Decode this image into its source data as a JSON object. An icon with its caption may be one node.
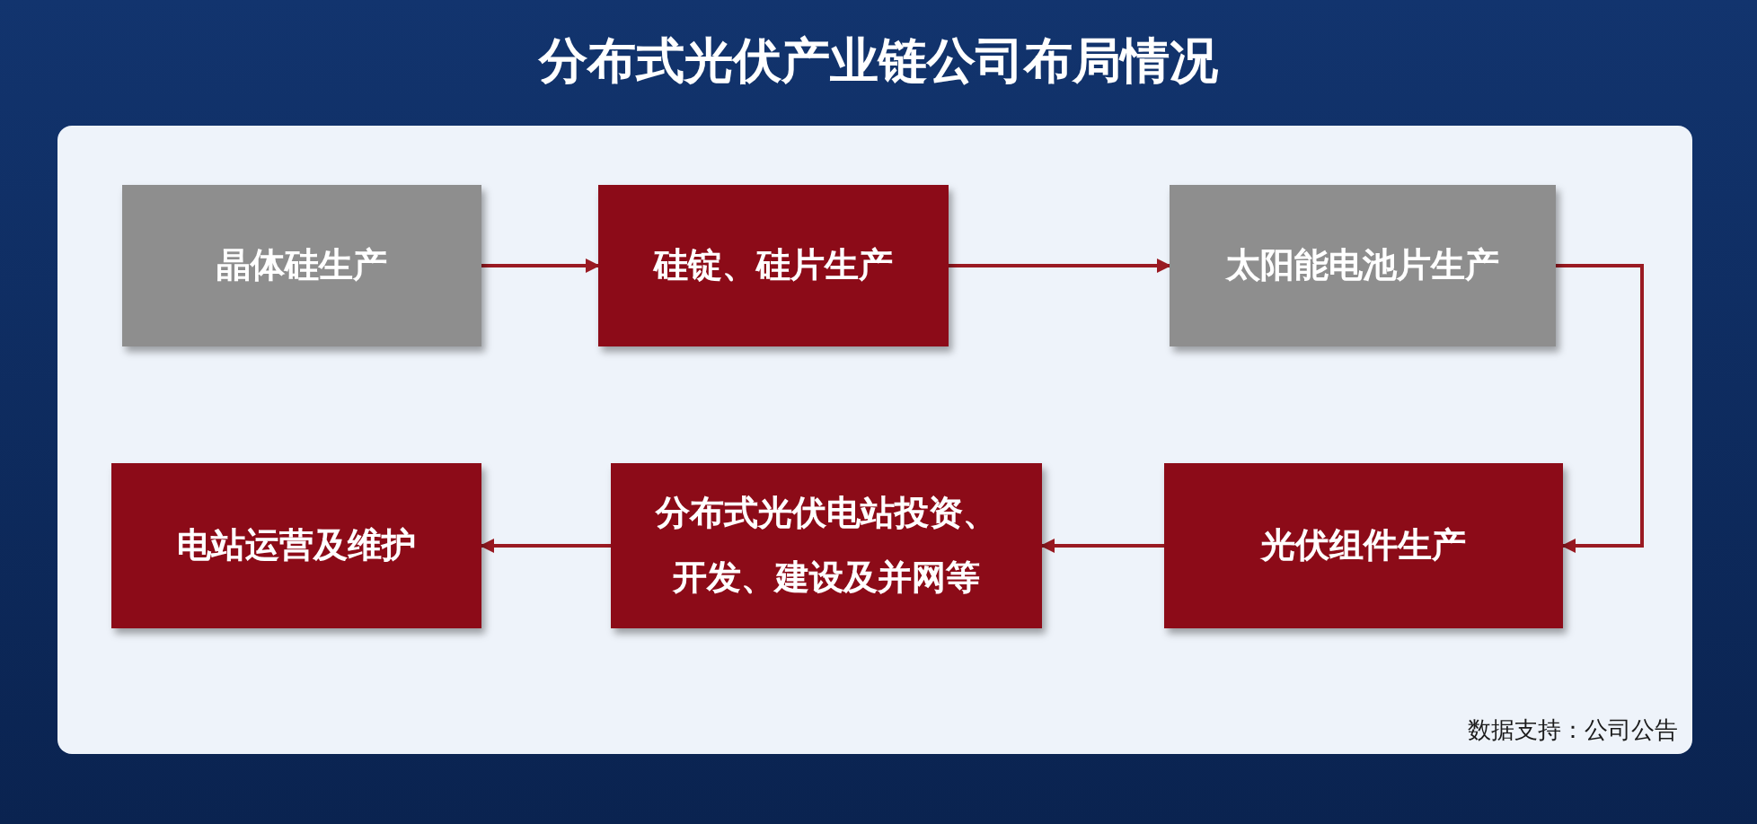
{
  "diagram": {
    "title": "分布式光伏产业链公司布局情况",
    "nodes": [
      {
        "text": [
          "晶体硅生产"
        ]
      },
      {
        "text": [
          "硅锭、硅片生产"
        ]
      },
      {
        "text": [
          "太阳能电池片生产"
        ]
      },
      {
        "text": [
          "光伏组件生产"
        ]
      },
      {
        "text": [
          "分布式光伏电站投资、开发、建设及并网等"
        ]
      },
      {
        "text": [
          "电站运营及维护"
        ]
      }
    ],
    "edges": [
      {
        "from": 0,
        "to": 1,
        "arrow": "to"
      },
      {
        "from": 1,
        "to": 2,
        "arrow": "to"
      },
      {
        "from": 2,
        "to": 3,
        "arrow": "to"
      },
      {
        "from": 3,
        "to": 4,
        "arrow": "to"
      },
      {
        "from": 4,
        "to": 5,
        "arrow": "to"
      }
    ],
    "labels": [
      "数据支持：公司公告"
    ]
  }
}
